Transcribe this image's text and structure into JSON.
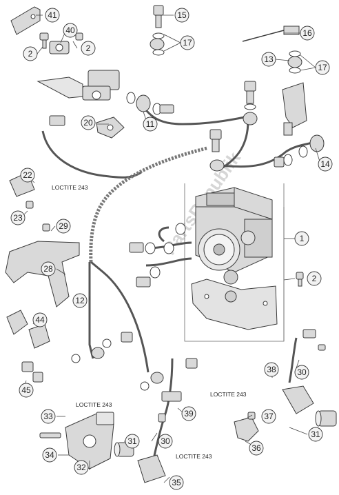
{
  "diagram": {
    "watermark": "PartsRepublik",
    "colors": {
      "callout_fill": "#f2f2f2",
      "callout_stroke": "#333333",
      "part_fill": "#d9d9d9",
      "part_stroke": "#3a3a3a",
      "leader_line": "#444444"
    },
    "callouts": [
      {
        "label": "1"
      },
      {
        "label": "2"
      },
      {
        "label": "2"
      },
      {
        "label": "2"
      },
      {
        "label": "11"
      },
      {
        "label": "12"
      },
      {
        "label": "13"
      },
      {
        "label": "14"
      },
      {
        "label": "15"
      },
      {
        "label": "16"
      },
      {
        "label": "17"
      },
      {
        "label": "17"
      },
      {
        "label": "20"
      },
      {
        "label": "22"
      },
      {
        "label": "23"
      },
      {
        "label": "28"
      },
      {
        "label": "29"
      },
      {
        "label": "30"
      },
      {
        "label": "30"
      },
      {
        "label": "31"
      },
      {
        "label": "31"
      },
      {
        "label": "32"
      },
      {
        "label": "33"
      },
      {
        "label": "34"
      },
      {
        "label": "35"
      },
      {
        "label": "36"
      },
      {
        "label": "37"
      },
      {
        "label": "38"
      },
      {
        "label": "39"
      },
      {
        "label": "40"
      },
      {
        "label": "41"
      },
      {
        "label": "44"
      },
      {
        "label": "45"
      }
    ],
    "loctite_notes": [
      {
        "text": "LOCTITE 243"
      },
      {
        "text": "LOCTITE 243"
      },
      {
        "text": "LOCTITE 243"
      },
      {
        "text": "LOCTITE 243"
      }
    ]
  }
}
